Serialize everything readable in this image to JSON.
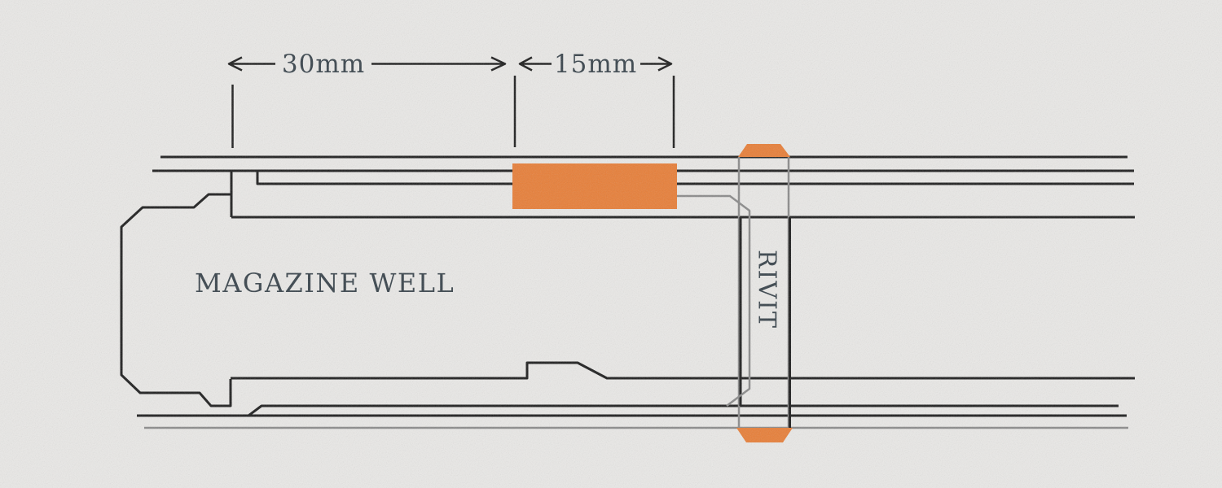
{
  "labels": {
    "dimension_30mm": "30mm",
    "dimension_15mm": "15mm",
    "magazine_well": "MAGAZINE WELL",
    "rivet": "RIVIT"
  },
  "colors": {
    "background": "#eae9e7",
    "line-black": "#1c1c1c",
    "line-gray": "#8a8a8a",
    "accent-orange": "#e87e37",
    "text-dark": "#37424a"
  }
}
